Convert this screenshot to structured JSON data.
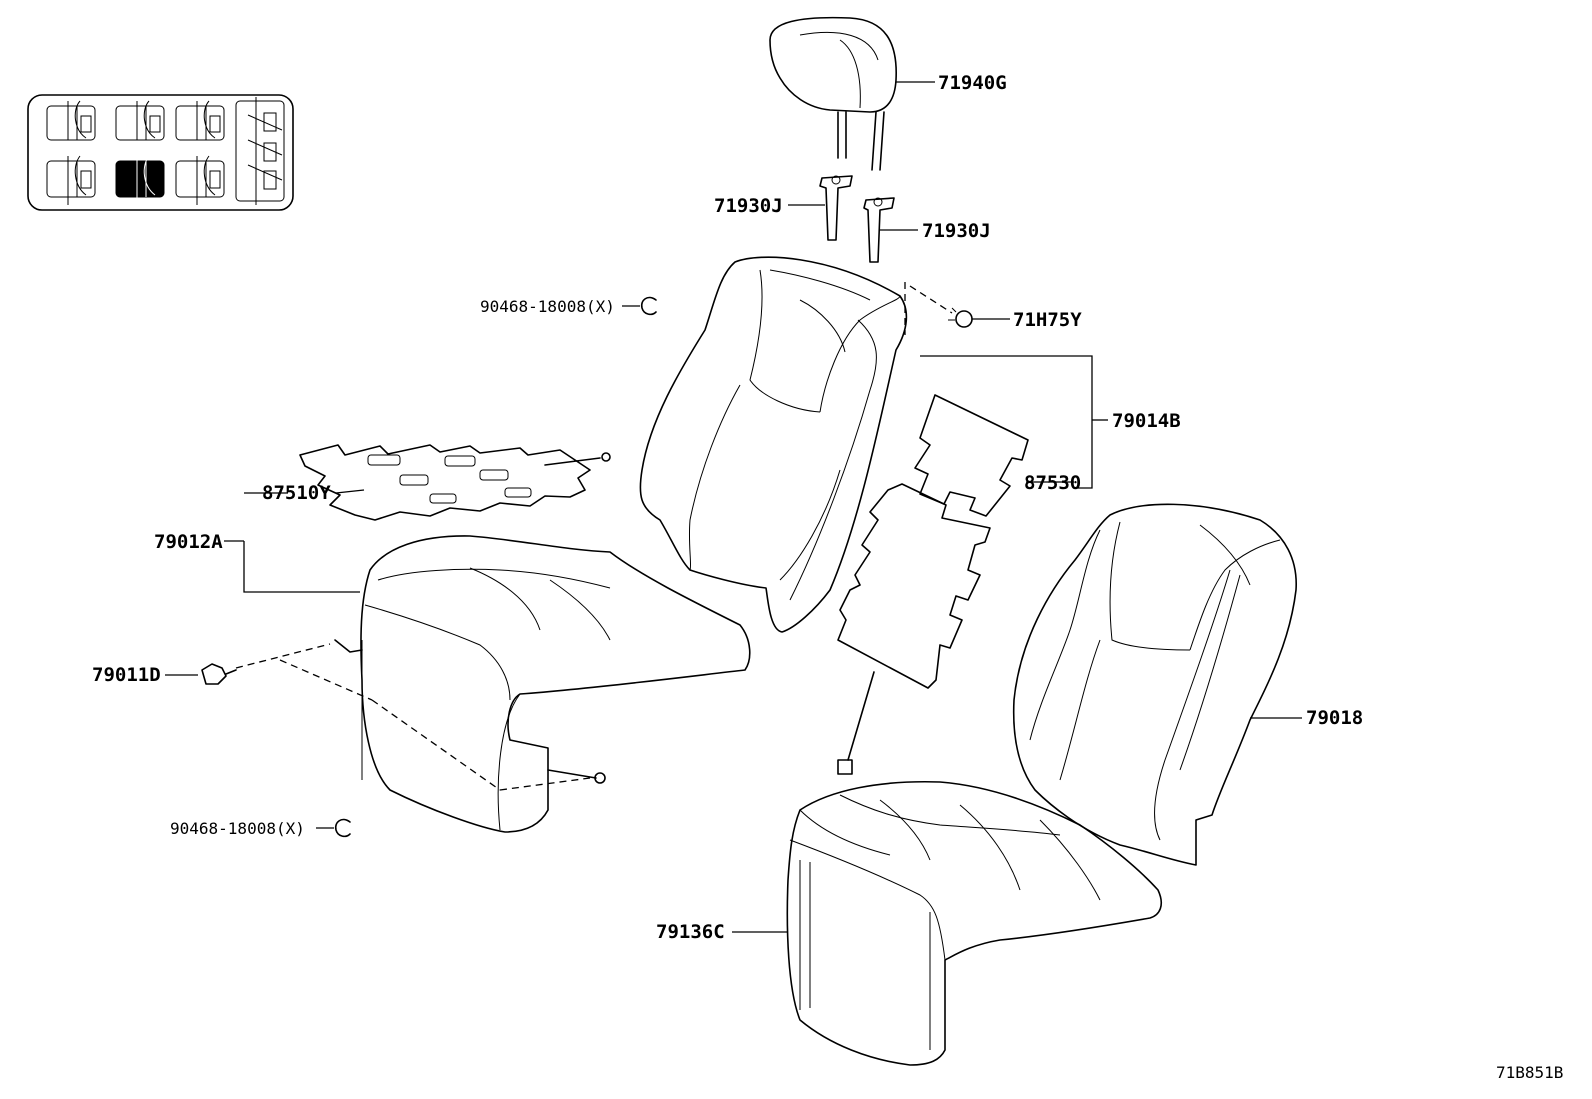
{
  "diagram": {
    "reference_code": "71B851B",
    "locator": {
      "cells": 7,
      "highlighted_cell": 5
    },
    "parts": {
      "headrest": "71940G",
      "support_left": "71930J",
      "support_right": "71930J",
      "clip": "71H75Y",
      "back_assembly": "79014B",
      "back_heater": "87530",
      "back_cover": "79018",
      "cushion_assembly": "79012A",
      "cushion_heater": "87510Y",
      "cushion_cover": "79136C",
      "hook": "79011D",
      "hog_ring_top": "90468-18008(X)",
      "hog_ring_bottom": "90468-18008(X)"
    }
  }
}
